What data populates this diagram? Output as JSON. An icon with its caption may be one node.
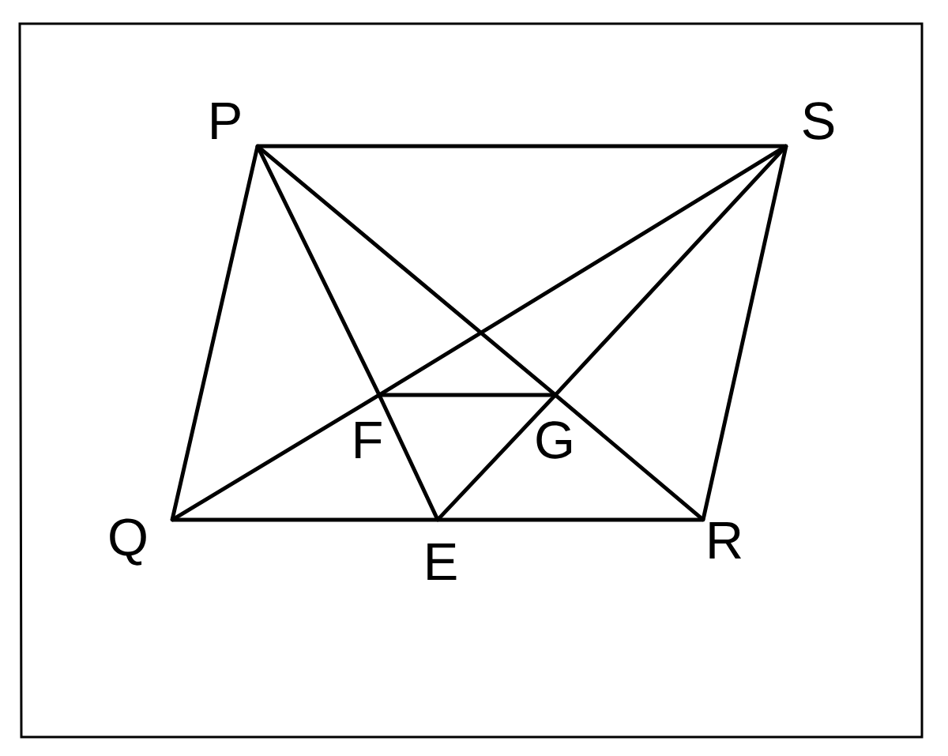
{
  "diagram": {
    "nodes": [
      {
        "text": [
          "P"
        ]
      },
      {
        "text": [
          "S"
        ]
      },
      {
        "text": [
          "Q"
        ]
      },
      {
        "text": [
          "R"
        ]
      },
      {
        "text": [
          "E"
        ]
      },
      {
        "text": [
          "F"
        ]
      },
      {
        "text": [
          "G"
        ]
      }
    ],
    "edges": [
      {
        "from": 0,
        "to": 1,
        "arrow": "none"
      },
      {
        "from": 0,
        "to": 2,
        "arrow": "none"
      },
      {
        "from": 1,
        "to": 3,
        "arrow": "none"
      },
      {
        "from": 2,
        "to": 4,
        "arrow": "none"
      },
      {
        "from": 4,
        "to": 3,
        "arrow": "none"
      },
      {
        "from": 0,
        "to": 5,
        "arrow": "none"
      },
      {
        "from": 5,
        "to": 4,
        "arrow": "none"
      },
      {
        "from": 1,
        "to": 6,
        "arrow": "none"
      },
      {
        "from": 6,
        "to": 4,
        "arrow": "none"
      },
      {
        "from": 2,
        "to": 5,
        "arrow": "none"
      },
      {
        "from": 5,
        "to": 1,
        "arrow": "none"
      },
      {
        "from": 0,
        "to": 6,
        "arrow": "none"
      },
      {
        "from": 6,
        "to": 3,
        "arrow": "none"
      },
      {
        "from": 5,
        "to": 6,
        "arrow": "none"
      }
    ]
  }
}
